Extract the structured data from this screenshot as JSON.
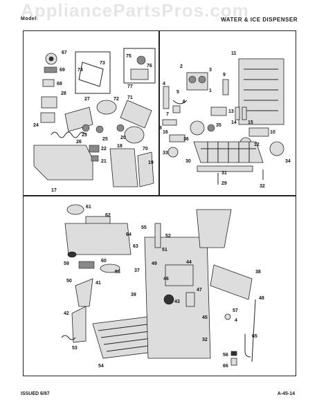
{
  "watermark": "AppliancePartsPros.com",
  "header": {
    "left": "Model",
    "middle": "",
    "right": "WATER & ICE DISPENSER"
  },
  "footer": {
    "issued": "ISSUED 6/87",
    "page": "A-45-14"
  },
  "callouts": {
    "panel1": [
      "67",
      "69",
      "68",
      "28",
      "27",
      "73",
      "74",
      "72",
      "75",
      "77",
      "76",
      "71",
      "24",
      "26",
      "23",
      "25",
      "20",
      "22",
      "21",
      "18",
      "70",
      "19",
      "17"
    ],
    "panel2": [
      "2",
      "3",
      "4",
      "5",
      "1",
      "6",
      "7",
      "8",
      "9",
      "11",
      "13",
      "14",
      "15",
      "10",
      "12",
      "16",
      "36",
      "35",
      "30",
      "33",
      "29",
      "31",
      "34",
      "32"
    ],
    "panel3": [
      "61",
      "62",
      "64",
      "63",
      "60",
      "58",
      "59",
      "55",
      "52",
      "51",
      "37",
      "49",
      "44",
      "46",
      "43",
      "47",
      "39",
      "50",
      "41",
      "42",
      "38",
      "48",
      "57",
      "4",
      "45",
      "53",
      "54",
      "56",
      "65",
      "66",
      "32"
    ]
  }
}
